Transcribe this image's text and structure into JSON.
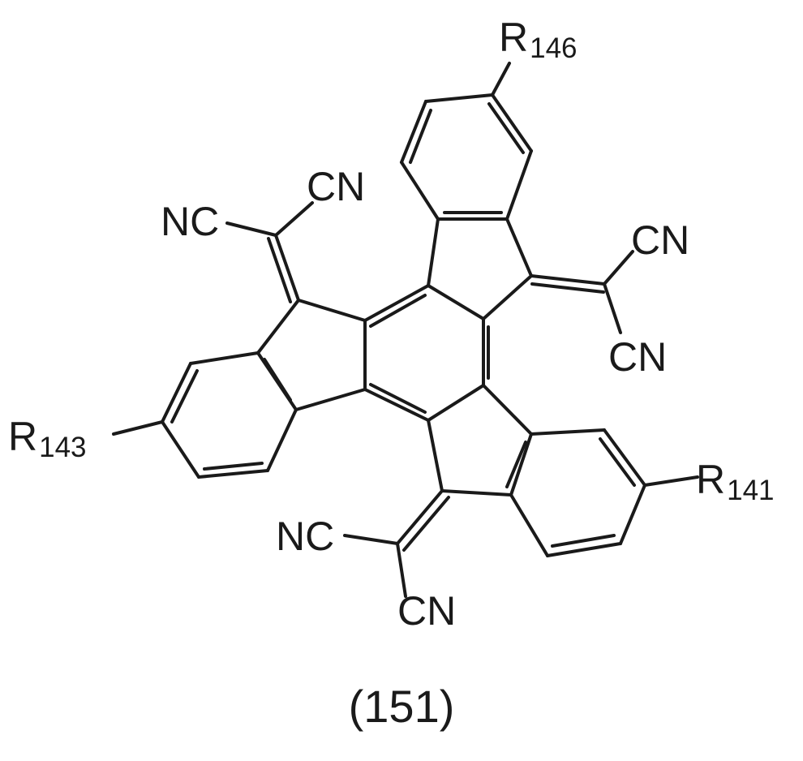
{
  "caption": "(151)",
  "labels": {
    "r146": {
      "main": "R",
      "sub": "146"
    },
    "r143": {
      "main": "R",
      "sub": "143"
    },
    "r141": {
      "main": "R",
      "sub": "141"
    },
    "cn_tl_1": "CN",
    "nc_tl": "NC",
    "cn_right_1": "CN",
    "cn_right_2": "CN",
    "nc_bottom": "NC",
    "cn_bottom": "CN"
  },
  "colors": {
    "ink": "#1a1a1a",
    "background": "#ffffff"
  }
}
